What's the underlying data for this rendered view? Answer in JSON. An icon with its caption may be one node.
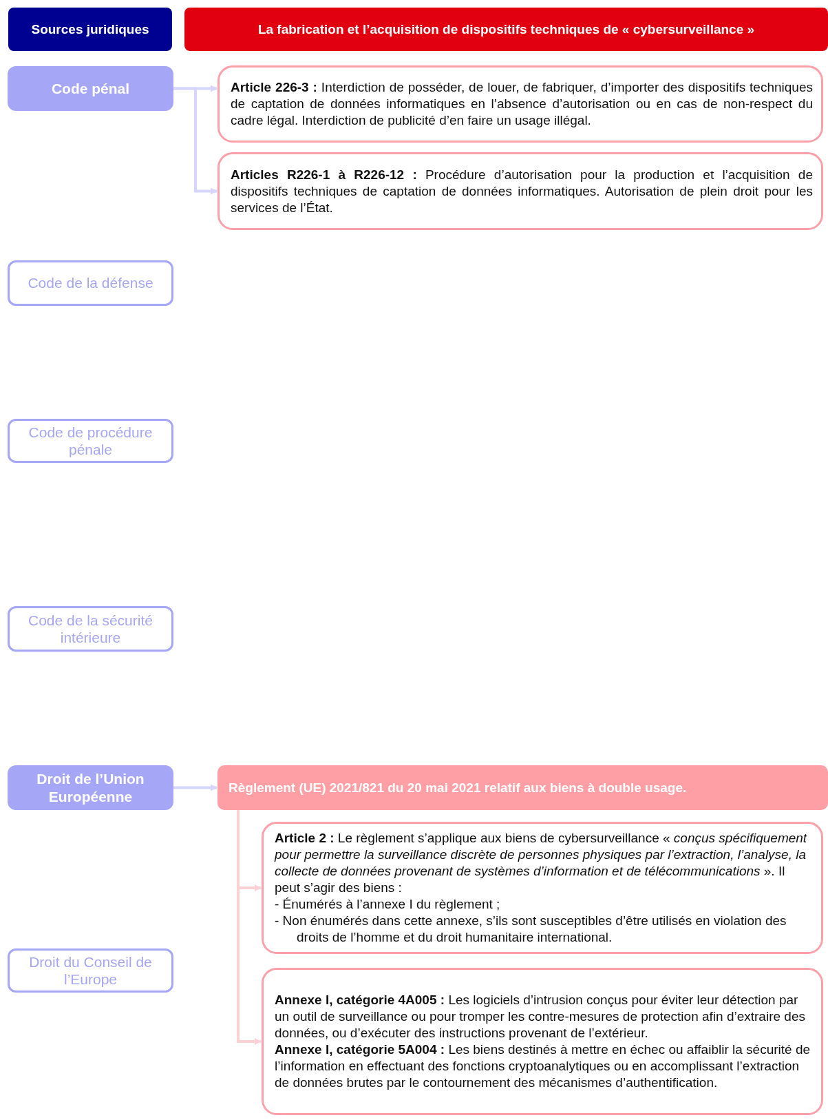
{
  "diagram": {
    "nodes": [
      {
        "text": [
          "Sources juridiques"
        ]
      },
      {
        "text": [
          "La fabrication et l’acquisition de dispositifs techniques de « cybersurveillance »"
        ]
      },
      {
        "text": [
          "Code pénal"
        ]
      },
      {
        "text": [
          "**Article 226-3 :** Interdiction de posséder, de louer, de fabriquer, d’importer des dispositifs techniques de captation de données informatiques en l’absence d’autorisation ou en cas de non-respect du cadre légal. Interdiction de publicité d’en faire un usage illégal."
        ]
      },
      {
        "text": [
          "**Articles R226-1 à R226-12 :** Procédure d’autorisation pour la production et l’acquisition de dispositifs techniques de captation de données informatiques. Autorisation de plein droit pour les services de l’État."
        ]
      },
      {
        "text": [
          "Code de la défense"
        ]
      },
      {
        "text": [
          "Code de procédure pénale"
        ]
      },
      {
        "text": [
          "Code de la sécurité intérieure"
        ]
      },
      {
        "text": [
          "Droit de l’Union Européenne"
        ]
      },
      {
        "text": [
          "Règlement (UE) 2021/821 du 20 mai 2021 relatif aux biens à double usage."
        ]
      },
      {
        "text": [
          "**Article 2 :** Le règlement s’applique aux biens de cybersurveillance « *conçus spécifiquement pour permettre la surveillance discrète de personnes physiques par l’extraction, l’analyse, la collecte de données provenant de systèmes d’information et de télécommunications* ». Il peut s’agir des biens :",
          "- Énumérés à l’annexe I du règlement ;",
          "- Non énumérés dans cette annexe, s’ils sont susceptibles d’être utilisés en violation des droits de l’homme et du droit humanitaire international."
        ]
      },
      {
        "text": [
          "**Annexe I, catégorie 4A005 :** Les logiciels d’intrusion conçus pour éviter leur détection par un outil de surveillance ou pour tromper les contre-mesures de protection afin d’extraire des données, ou d’exécuter des instructions provenant de l’extérieur.",
          "**Annexe I, catégorie 5A004 :** Les biens destinés à mettre en échec ou affaiblir la sécurité de l’information en effectuant des fonctions cryptoanalytiques ou en accomplissant l’extraction de données brutes par le contournement des mécanismes d’authentification."
        ]
      },
      {
        "text": [
          "Droit du Conseil de l’Europe"
        ]
      }
    ],
    "edges": [
      {
        "from": 2,
        "to": 3,
        "arrow": "to",
        "color": "#d6d6fc"
      },
      {
        "from": 2,
        "to": 4,
        "arrow": "to",
        "color": "#d6d6fc"
      },
      {
        "from": 8,
        "to": 9,
        "arrow": "to",
        "color": "#d6d6fc"
      },
      {
        "from": 9,
        "to": 10,
        "arrow": "to"
      },
      {
        "from": 9,
        "to": 11,
        "arrow": "to"
      }
    ]
  }
}
